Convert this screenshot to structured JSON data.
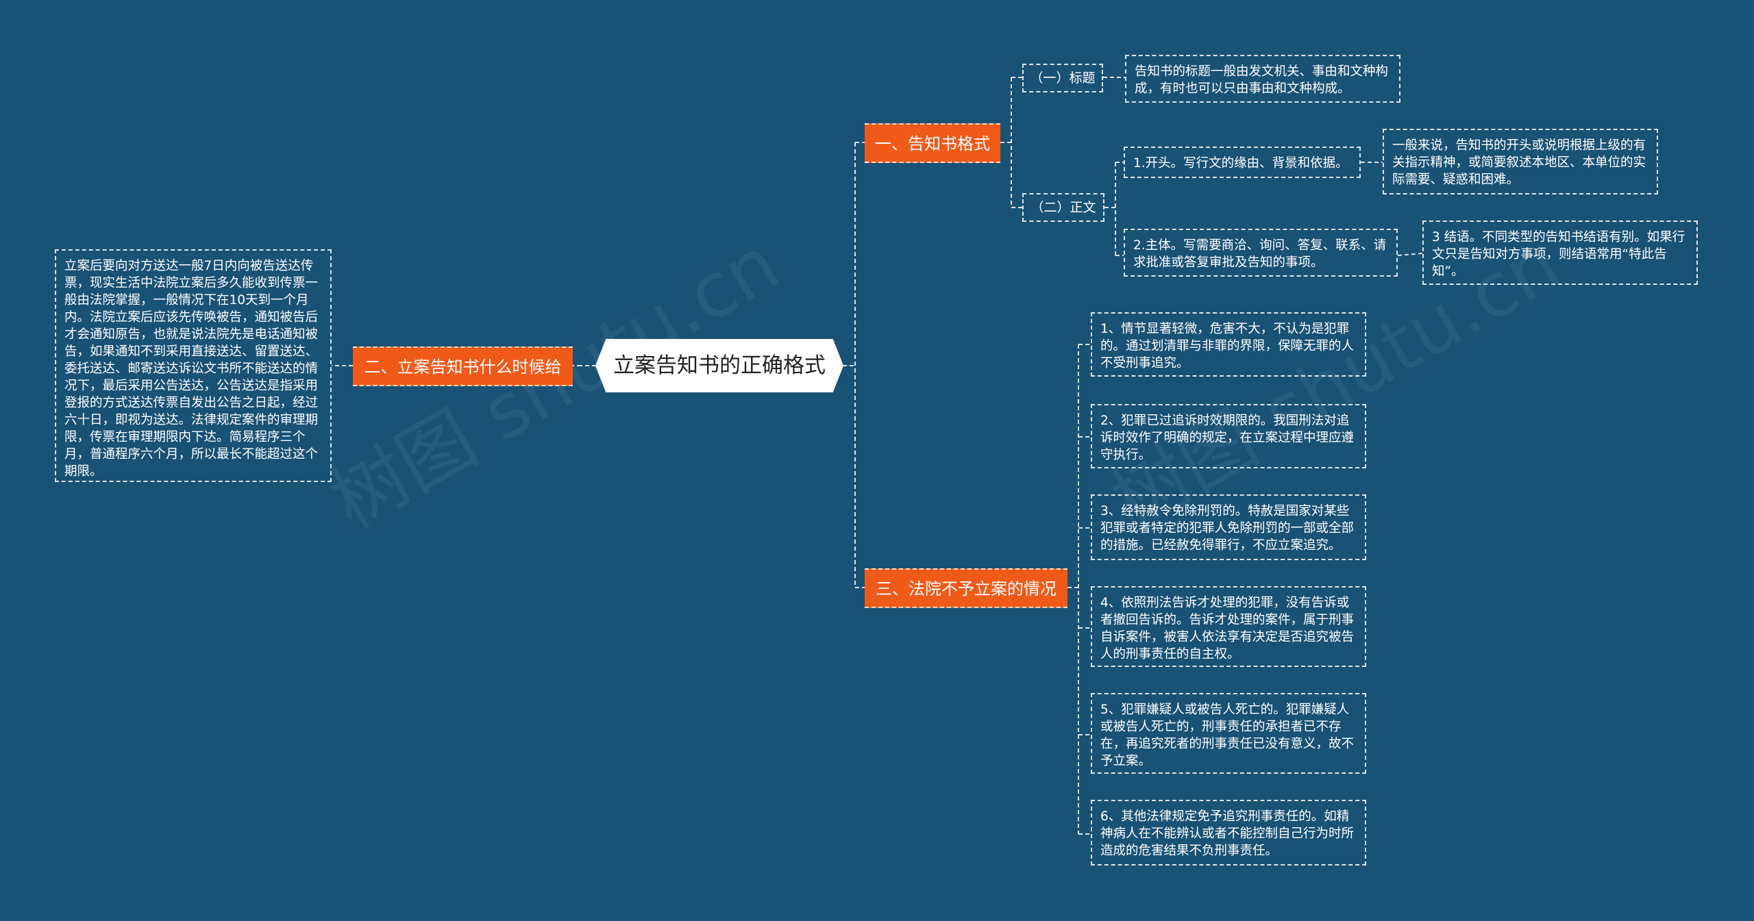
{
  "root": {
    "title": "立案告知书的正确格式"
  },
  "branches": {
    "b1": {
      "label": "一、告知书格式",
      "sub1": {
        "label": "（一）标题",
        "text": "告知书的标题一般由发文机关、事由和文种构成，有时也可以只由事由和文种构成。"
      },
      "sub2": {
        "label": "（二）正文",
        "item1": "1.开头。写行文的缘由、背景和依据。",
        "item1_detail": "一般来说，告知书的开头或说明根据上级的有关指示精神，或简要叙述本地区、本单位的实际需要、疑惑和困难。",
        "item2": "2.主体。写需要商洽、询问、答复、联系、请求批准或答复审批及告知的事项。",
        "item3": "3 结语。不同类型的告知书结语有别。如果行文只是告知对方事项，则结语常用“特此告知”。"
      }
    },
    "b2": {
      "label": "二、立案告知书什么时候给",
      "text": "立案后要向对方送达一般7日内向被告送达传票，现实生活中法院立案后多久能收到传票一般由法院掌握，一般情况下在10天到一个月内。法院立案后应该先传唤被告，通知被告后才会通知原告，也就是说法院先是电话通知被告，如果通知不到采用直接送达、留置送达、委托送达、邮寄送达诉讼文书所不能送达的情况下，最后采用公告送达，公告送达是指采用登报的方式送达传票自发出公告之日起，经过六十日，即视为送达。法律规定案件的审理期限，传票在审理期限内下达。简易程序三个月，普通程序六个月，所以最长不能超过这个期限。"
    },
    "b3": {
      "label": "三、法院不予立案的情况",
      "items": [
        "1、情节显著轻微，危害不大，不认为是犯罪的。通过划清罪与非罪的界限，保障无罪的人不受刑事追究。",
        "2、犯罪已过追诉时效期限的。我国刑法对追诉时效作了明确的规定，在立案过程中理应遵守执行。",
        "3、经特赦令免除刑罚的。特赦是国家对某些犯罪或者特定的犯罪人免除刑罚的一部或全部的措施。已经赦免得罪行，不应立案追究。",
        "4、依照刑法告诉才处理的犯罪，没有告诉或者撤回告诉的。告诉才处理的案件，属于刑事自诉案件，被害人依法享有决定是否追究被告人的刑事责任的自主权。",
        "5、犯罪嫌疑人或被告人死亡的。犯罪嫌疑人或被告人死亡的，刑事责任的承担者已不存在，再追究死者的刑事责任已没有意义，故不予立案。",
        "6、其他法律规定免予追究刑事责任的。如精神病人在不能辨认或者不能控制自己行为时所造成的危害结果不负刑事责任。"
      ]
    }
  },
  "watermark": [
    "树图 shutu.cn",
    "树图 shutu.cn"
  ],
  "colors": {
    "background": "#1a5276",
    "branch": "#f05a19",
    "root_fill": "#ffffff",
    "text": "#ffffff"
  }
}
